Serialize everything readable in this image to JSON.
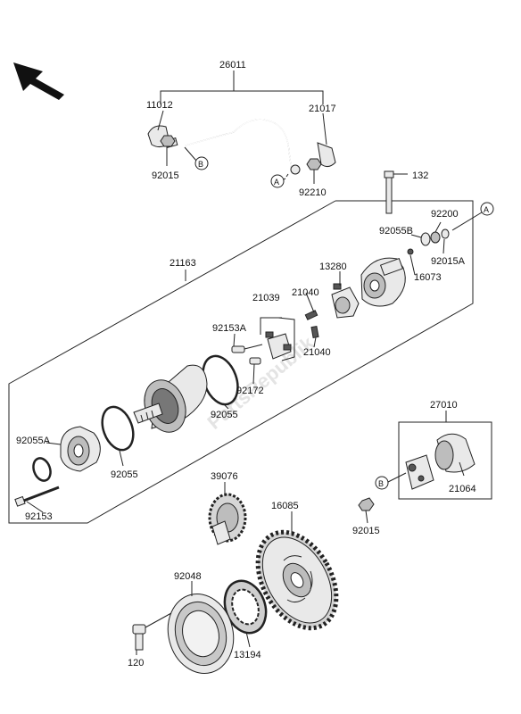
{
  "watermark": "PartsRepublik",
  "callout_letters": {
    "a": "A",
    "b": "B"
  },
  "parts": {
    "p26011": "26011",
    "p11012": "11012",
    "p21017": "21017",
    "p92015_top": "92015",
    "p92210": "92210",
    "p132": "132",
    "p92200": "92200",
    "p92055B": "92055B",
    "p92015A": "92015A",
    "p21163": "21163",
    "p13280": "13280",
    "p16073": "16073",
    "p21039": "21039",
    "p21040_a": "21040",
    "p21040_b": "21040",
    "p92153A": "92153A",
    "p92172": "92172",
    "p92055_a": "92055",
    "p92055_b": "92055",
    "p92055A": "92055A",
    "p92153": "92153",
    "p27010": "27010",
    "p21064": "21064",
    "p92015_bot": "92015",
    "p39076": "39076",
    "p16085": "16085",
    "p92048": "92048",
    "p120": "120",
    "p13194": "13194"
  }
}
